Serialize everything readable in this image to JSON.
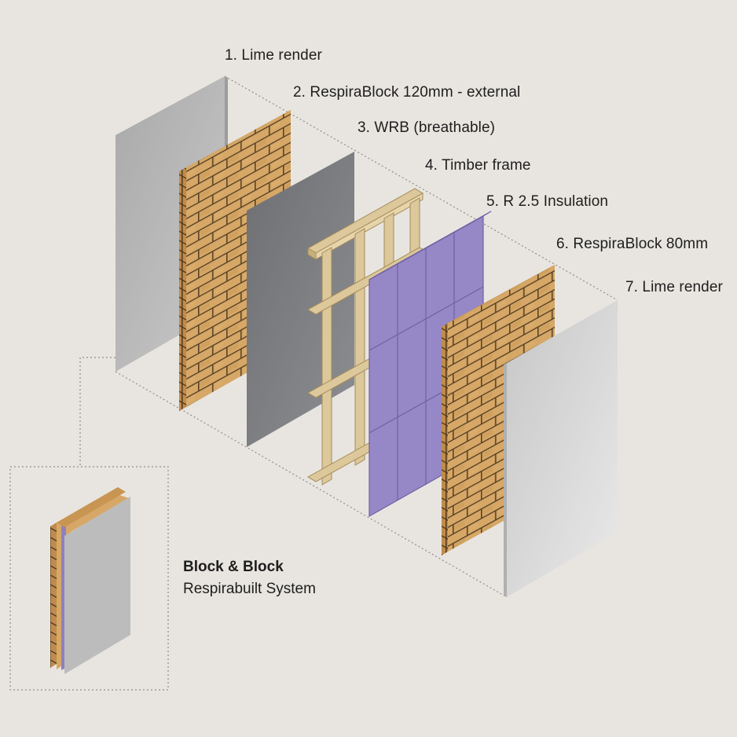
{
  "layers": [
    {
      "label": "1. Lime render"
    },
    {
      "label": "2. RespiraBlock 120mm - external"
    },
    {
      "label": "3. WRB (breathable)"
    },
    {
      "label": "4. Timber frame"
    },
    {
      "label": "5. R 2.5 Insulation"
    },
    {
      "label": "6. RespiraBlock 80mm"
    },
    {
      "label": "7. Lime render"
    }
  ],
  "inset": {
    "title": "Block & Block",
    "subtitle": "Respirabuilt System"
  },
  "colors": {
    "background": "#e8e5e0",
    "render": "#b9b9b9",
    "brick": "#d6a766",
    "mortar": "#5a4326",
    "membrane": "#77787b",
    "timber": "#dcc89a",
    "insulation": "#9688c6",
    "guide_line": "#8e8e8e"
  }
}
